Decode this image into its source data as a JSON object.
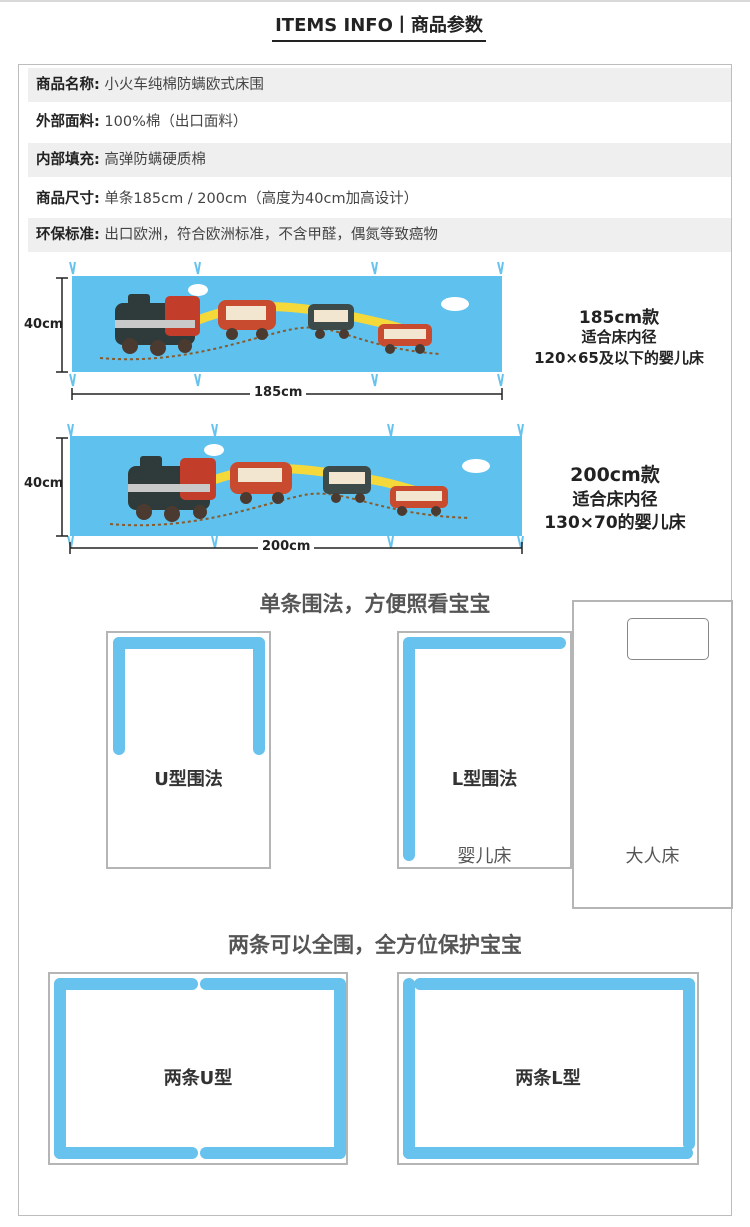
{
  "heading": "ITEMS INFO丨商品参数",
  "specs": [
    {
      "key": "商品名称:",
      "value": "小火车纯棉防螨欧式床围"
    },
    {
      "key": "外部面料:",
      "value": "100%棉（出口面料）"
    },
    {
      "key": "内部填充:",
      "value": "高弹防螨硬质棉"
    },
    {
      "key": "商品尺寸:",
      "value": "单条185cm / 200cm（高度为40cm加高设计）"
    },
    {
      "key": "环保标准:",
      "value": "出口欧洲，符合欧洲标准，不含甲醛，偶氮等致癌物"
    }
  ],
  "banners": [
    {
      "height_label": "40cm",
      "width_label": "185cm",
      "title": "185cm款",
      "line1": "适合床内径",
      "line2": "120×65及以下的婴儿床"
    },
    {
      "height_label": "40cm",
      "width_label": "200cm",
      "title": "200cm款",
      "line1": "适合床内径",
      "line2": "130×70的婴儿床"
    }
  ],
  "single": {
    "title": "单条围法，方便照看宝宝",
    "u_label": "U型围法",
    "l_label": "L型围法",
    "crib_caption": "婴儿床",
    "adult_caption": "大人床"
  },
  "double": {
    "title": "两条可以全围，全方位保护宝宝",
    "u_label": "两条U型",
    "l_label": "两条L型"
  },
  "colors": {
    "bumper": "#67c3ee",
    "banner_bg": "#5ec1ee",
    "bed_border": "#b5b5b5"
  }
}
